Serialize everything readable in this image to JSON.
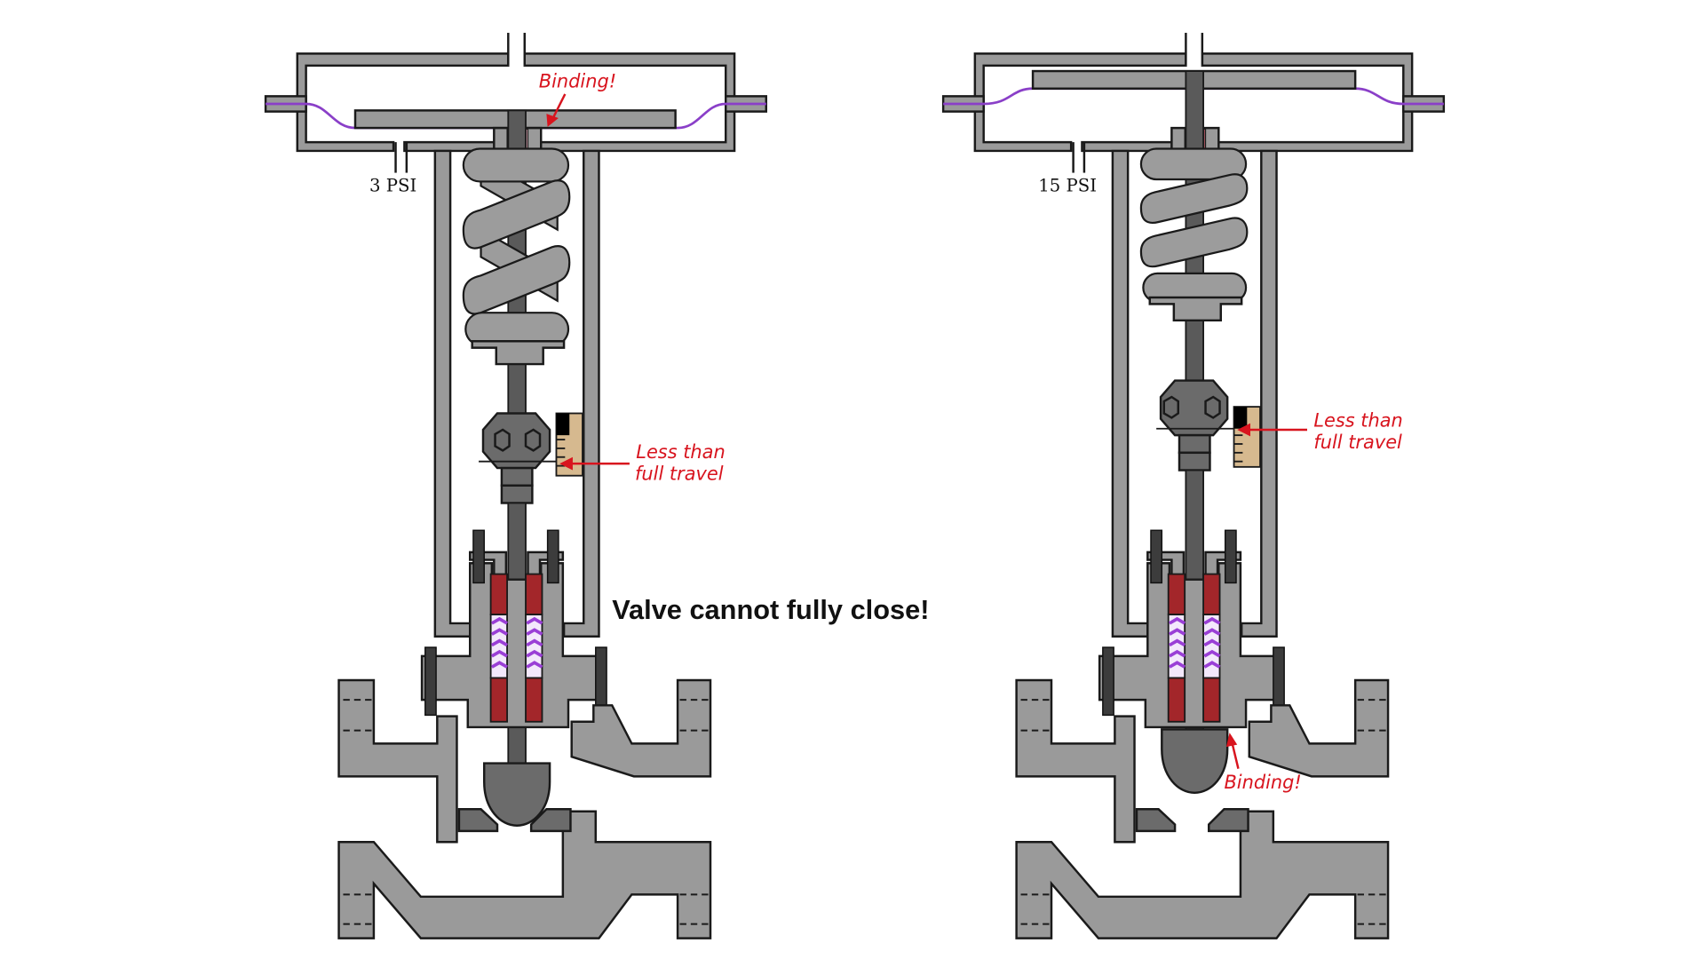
{
  "figure": {
    "caption": "Valve cannot fully close!",
    "colors": {
      "annotation": "#d8141e",
      "metal": "#9a9a9a",
      "diaphragm": "#8a3fc8",
      "packing": "#a3262a",
      "travel_scale": "#d6b98f"
    }
  },
  "valves": [
    {
      "id": "left",
      "signal_pressure": "3 PSI",
      "binding_label": "Binding!",
      "binding_location": "actuator stem / diaphragm",
      "travel_label_line1": "Less than",
      "travel_label_line2": "full travel"
    },
    {
      "id": "right",
      "signal_pressure": "15 PSI",
      "binding_label": "Binding!",
      "binding_location": "plug / bonnet",
      "travel_label_line1": "Less than",
      "travel_label_line2": "full travel"
    }
  ]
}
